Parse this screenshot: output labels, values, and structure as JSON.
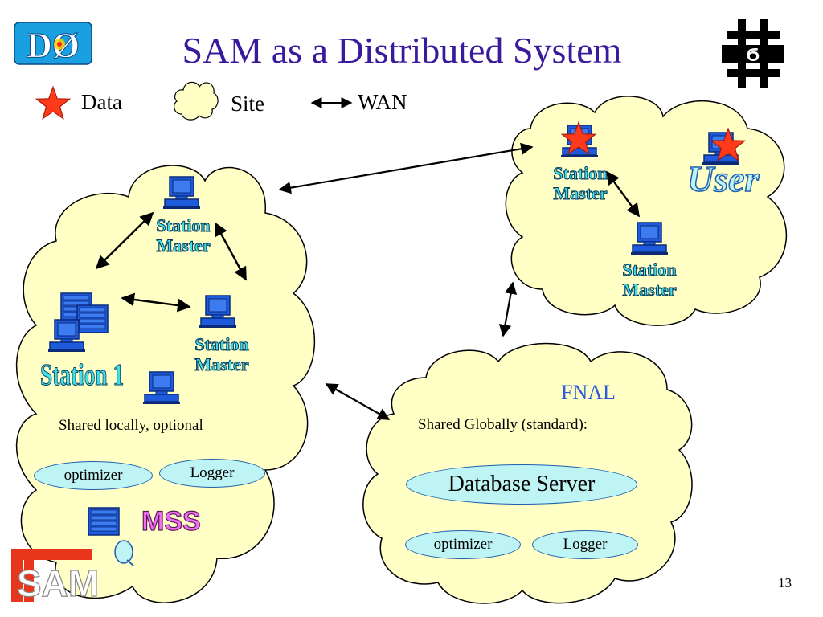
{
  "title": "SAM as a Distributed System",
  "legend": {
    "data_label": "Data",
    "site_label": "Site",
    "wan_label": "WAN"
  },
  "left_site": {
    "station_master_top": "Station\nMaster",
    "station_master_right": "Station\nMaster",
    "station1_label": "Station 1",
    "shared_text": "Shared locally, optional",
    "optimizer": "optimizer",
    "logger": "Logger",
    "mss_label": "MSS"
  },
  "remote_site": {
    "station_master_a": "Station\nMaster",
    "station_master_b": "Station\nMaster",
    "user_label": "User"
  },
  "fnal_site": {
    "site_label": "FNAL",
    "shared_text": "Shared Globally (standard):",
    "database_server": "Database Server",
    "optimizer": "optimizer",
    "logger": "Logger"
  },
  "logos": {
    "d0": "DØ",
    "fermilab": "Fermilab",
    "sam": "SAM"
  },
  "page_number": "13",
  "colors": {
    "cloud_fill": "#ffffc6",
    "title_color": "#3a1a9c",
    "star_fill": "#ff3a1a",
    "computer_blue": "#1e5adc",
    "station_text": "#41e0e6",
    "mss_text": "#f06ef0",
    "oval_fill": "#bff4f5"
  }
}
